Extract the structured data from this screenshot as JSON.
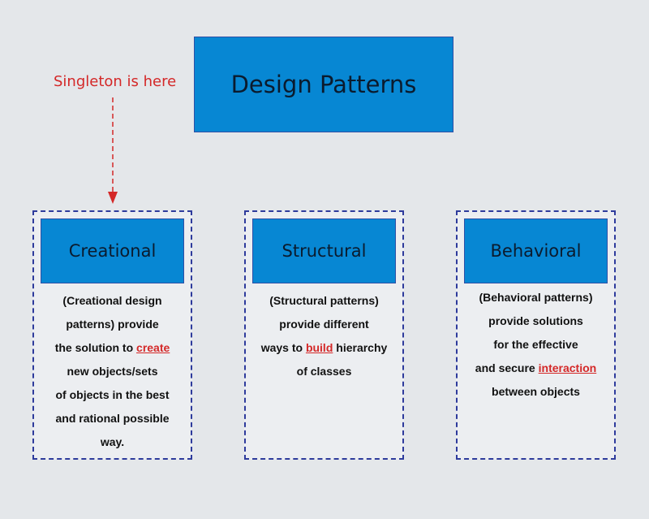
{
  "title": "Design Patterns",
  "annotation": {
    "text": "Singleton is here",
    "color": "#d42828"
  },
  "colors": {
    "box_fill": "#0787d3",
    "dash_border": "#2e3b9c",
    "highlight": "#d42828",
    "background": "#e4e7ea"
  },
  "categories": [
    {
      "name": "Creational",
      "lines": [
        {
          "before": "(Creational design"
        },
        {
          "before": "patterns) provide"
        },
        {
          "before": "the solution to ",
          "highlight": "create"
        },
        {
          "before": "new  objects/sets"
        },
        {
          "before": "of objects  in the best"
        },
        {
          "before": "and rational possible"
        },
        {
          "before": "way."
        }
      ]
    },
    {
      "name": "Structural",
      "lines": [
        {
          "before": "(Structural patterns)"
        },
        {
          "before": "provide different"
        },
        {
          "before": "ways to ",
          "highlight": "build",
          "after": " hierarchy"
        },
        {
          "before": "of classes"
        }
      ]
    },
    {
      "name": "Behavioral",
      "lines": [
        {
          "before": "(Behavioral patterns)"
        },
        {
          "before": "provide solutions"
        },
        {
          "before": "for the effective"
        },
        {
          "before": "and secure ",
          "highlight": "interaction"
        },
        {
          "before": "between objects"
        }
      ]
    }
  ]
}
